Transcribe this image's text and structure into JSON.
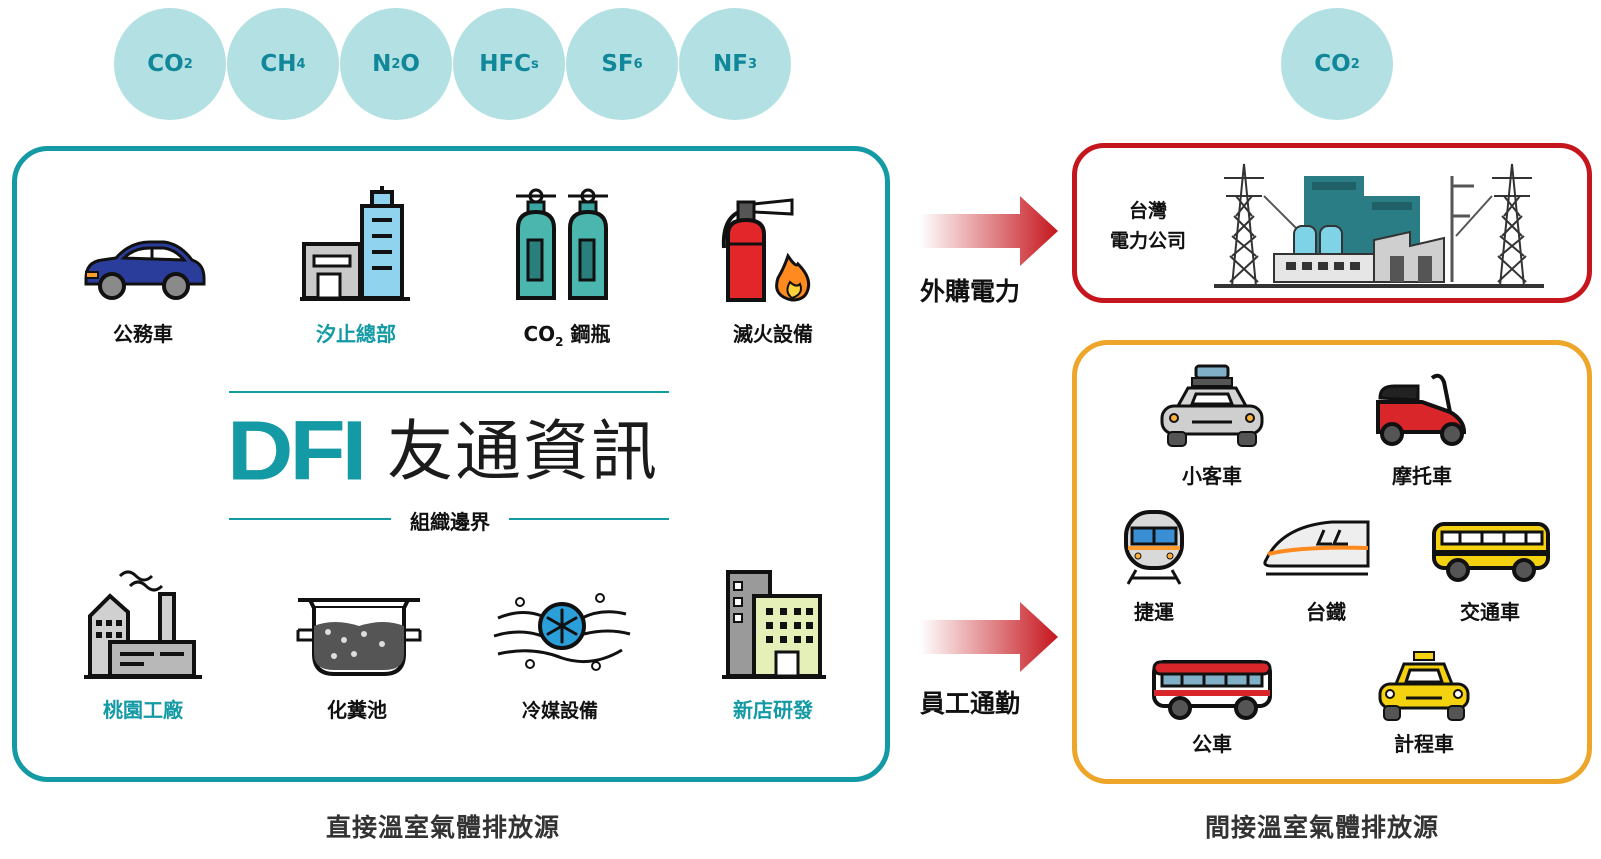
{
  "gases_direct": [
    {
      "base": "CO",
      "sub": "2"
    },
    {
      "base": "CH",
      "sub": "4"
    },
    {
      "base": "N",
      "sub": "2",
      "tail": "O"
    },
    {
      "base": "HFC",
      "sub": "s"
    },
    {
      "base": "SF",
      "sub": "6"
    },
    {
      "base": "NF",
      "sub": "3"
    }
  ],
  "gas_indirect": {
    "base": "CO",
    "sub": "2"
  },
  "direct": {
    "items": {
      "car": "公務車",
      "hq": "汐止總部",
      "co2_pre": "CO",
      "co2_sub": "2",
      "co2_post": " 鋼瓶",
      "extinguisher": "滅火設備",
      "factory": "桃園工廠",
      "septic": "化糞池",
      "cooling": "冷媒設備",
      "rnd": "新店研發"
    },
    "logo_mark": "DFI",
    "logo_name": "友通資訊",
    "boundary": "組織邊界",
    "caption": "直接溫室氣體排放源"
  },
  "arrows": {
    "electricity": "外購電力",
    "commute": "員工通勤"
  },
  "power": {
    "line1": "台灣",
    "line2": "電力公司"
  },
  "transport": {
    "car": "小客車",
    "scooter": "摩托車",
    "mrt": "捷運",
    "rail": "台鐵",
    "shuttle": "交通車",
    "bus": "公車",
    "taxi": "計程車"
  },
  "indirect_caption": "間接溫室氣體排放源",
  "colors": {
    "teal": "#139aa5",
    "gas_bg": "#b2e0e3",
    "red": "#c5161d",
    "orange": "#eda52a"
  }
}
